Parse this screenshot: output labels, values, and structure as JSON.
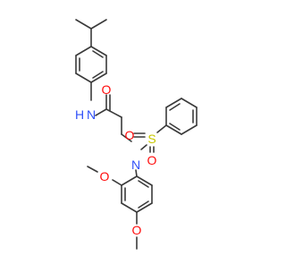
{
  "molecule": {
    "atom_labels": {
      "amide_nh": "N",
      "amide_h": "H",
      "carbonyl_o": "O",
      "sulfonamide_n": "N",
      "sulfur": "S",
      "sulfonyl_o_left": "O",
      "sulfonyl_o_bottom": "O",
      "methoxy_o_upper": "O",
      "methoxy_o_lower": "O"
    },
    "colors": {
      "bond": "#3a3a3a",
      "nitrogen": "#3050f8",
      "oxygen": "#ff0d0d",
      "sulfur": "#c8c800"
    }
  }
}
